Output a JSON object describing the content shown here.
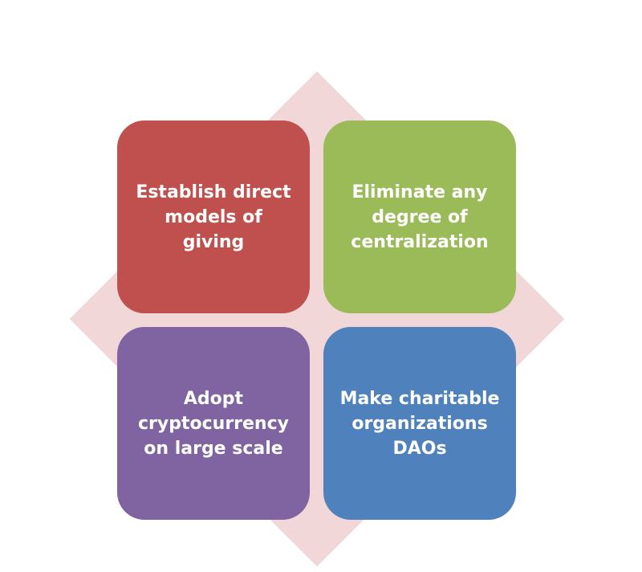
{
  "colors": {
    "background_diamond": "#f1d7d7",
    "top_left": "#c0504d",
    "top_right": "#9bbb59",
    "bottom_left": "#8064a2",
    "bottom_right": "#4f81bd",
    "label_text": "#ffffff"
  },
  "boxes": {
    "top_left": {
      "label": "Establish direct\nmodels of giving"
    },
    "top_right": {
      "label": "Eliminate any\ndegree of\ncentralization"
    },
    "bottom_left": {
      "label": "Adopt\ncryptocurrency\non large scale"
    },
    "bottom_right": {
      "label": "Make charitable\norganizations\nDAOs"
    }
  }
}
